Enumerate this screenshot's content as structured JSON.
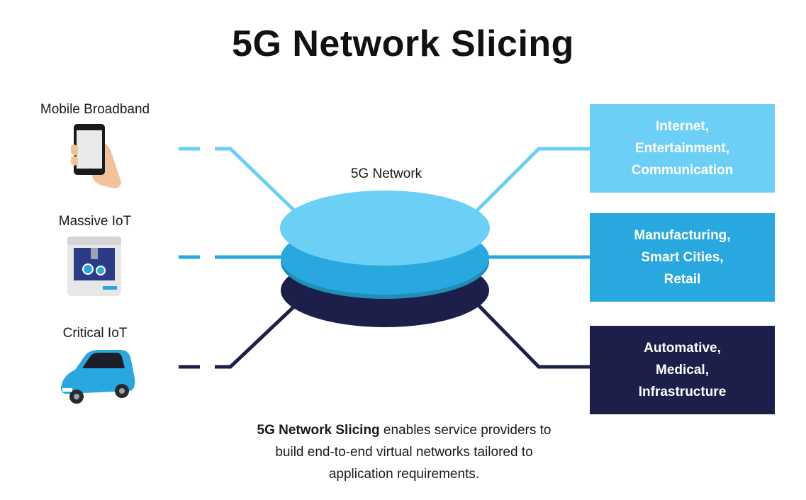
{
  "title": "5G Network Slicing",
  "center_label": "5G Network",
  "left_items": [
    {
      "label": "Mobile Broadband",
      "icon": "smartphone-icon"
    },
    {
      "label": "Massive IoT",
      "icon": "iot-machine-icon"
    },
    {
      "label": "Critical IoT",
      "icon": "car-icon"
    }
  ],
  "right_boxes": [
    {
      "line1": "Internet,",
      "line2": "Entertainment,",
      "line3": "Communication",
      "color": "#6ccff6"
    },
    {
      "line1": "Manufacturing,",
      "line2": "Smart Cities,",
      "line3": "Retail",
      "color": "#29a8e0"
    },
    {
      "line1": "Automative,",
      "line2": "Medical,",
      "line3": "Infrastructure",
      "color": "#1c1f4a"
    }
  ],
  "caption": {
    "bold": "5G Network Slicing",
    "rest_line1": " enables service providers to",
    "line2": "build end-to-end virtual networks tailored to",
    "line3": "application requirements."
  },
  "colors": {
    "light": "#6ccff6",
    "mid": "#29a8e0",
    "dark": "#1c1f4a",
    "mid_band": "#1f8fb8"
  }
}
